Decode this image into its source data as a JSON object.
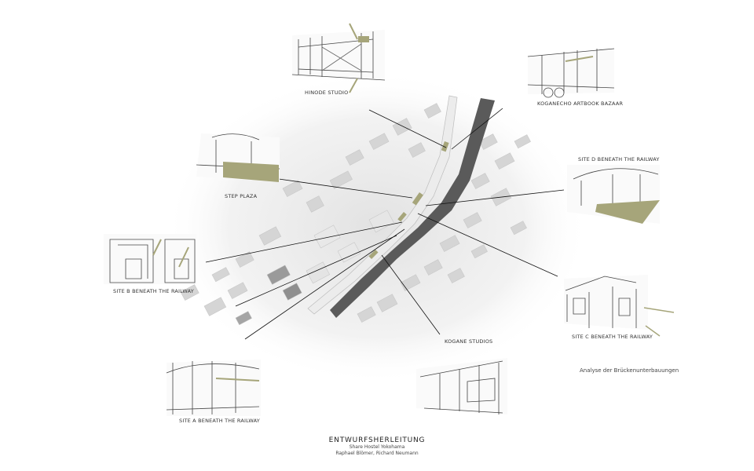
{
  "accent_color": "#a6a57a",
  "sites": [
    {
      "label": "HINODE STUDIO"
    },
    {
      "label": "KOGANECHO ARTBOOK BAZAAR"
    },
    {
      "label": "STEP PLAZA"
    },
    {
      "label": "SITE D BENEATH THE RAILWAY"
    },
    {
      "label": "SITE B BENEATH THE RAILWAY"
    },
    {
      "label": "SITE C BENEATH THE RAILWAY"
    },
    {
      "label": "KOGANE STUDIOS"
    },
    {
      "label": "SITE A BENEATH THE RAILWAY"
    }
  ],
  "analysis_note": "Analyse der Brückenunterbauungen",
  "footer": {
    "title": "ENTWURFSHERLEITUNG",
    "subtitle": "Share Hostel Yokohama",
    "authors": "Raphael Blömer, Richard Neumann"
  }
}
